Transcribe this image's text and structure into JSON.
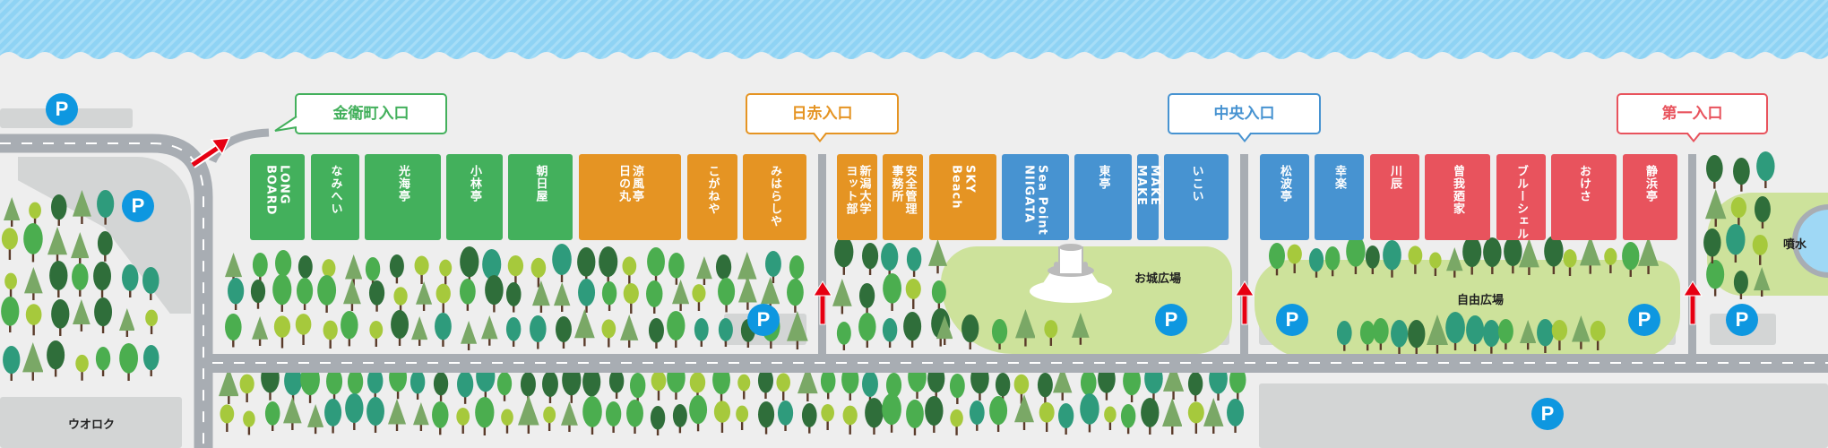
{
  "colors": {
    "sea": "#8fd3f4",
    "road": "#a8adb3",
    "parking_lot": "#d3d5d5",
    "parking_icon": "#0e97e0",
    "plaza": "#cde29b",
    "arrow": "#e60012",
    "group_green": "#43b05c",
    "group_orange": "#e59423",
    "group_blue": "#4793d1",
    "group_red": "#e8535d"
  },
  "entrances": [
    {
      "label": "金衛町入口",
      "color": "#43b05c"
    },
    {
      "label": "日赤入口",
      "color": "#e59423"
    },
    {
      "label": "中央入口",
      "color": "#4793d1"
    },
    {
      "label": "第一入口",
      "color": "#e8535d"
    }
  ],
  "shops": [
    {
      "name": "LONG\nBOARD",
      "group": "green"
    },
    {
      "name": "なみへい",
      "group": "green"
    },
    {
      "name": "光海亭",
      "group": "green"
    },
    {
      "name": "小林亭",
      "group": "green"
    },
    {
      "name": "朝日屋",
      "group": "green"
    },
    {
      "name": "涼風亭\n日の丸",
      "group": "orange"
    },
    {
      "name": "こがねや",
      "group": "orange"
    },
    {
      "name": "みはらしや",
      "group": "orange"
    },
    {
      "name": "新潟大学\nヨット部",
      "group": "orange"
    },
    {
      "name": "安全管理\n事務所",
      "group": "orange"
    },
    {
      "name": "SKY Beach",
      "group": "orange"
    },
    {
      "name": "Sea Point\nNIIGATA",
      "group": "blue"
    },
    {
      "name": "東亭",
      "group": "blue"
    },
    {
      "name": "MAKE MAKE",
      "group": "blue"
    },
    {
      "name": "いこい",
      "group": "blue"
    },
    {
      "name": "松波亭",
      "group": "blue"
    },
    {
      "name": "幸楽",
      "group": "blue"
    },
    {
      "name": "川辰",
      "group": "red"
    },
    {
      "name": "曾我廼家",
      "group": "red"
    },
    {
      "name": "ブルーシェル",
      "group": "red"
    },
    {
      "name": "おけさ",
      "group": "red"
    },
    {
      "name": "静浜亭",
      "group": "red"
    }
  ],
  "places": {
    "castle_plaza": "お城広場",
    "free_plaza": "自由広場",
    "fountain": "噴水",
    "store": "ウオロク"
  },
  "parking_label": "P"
}
